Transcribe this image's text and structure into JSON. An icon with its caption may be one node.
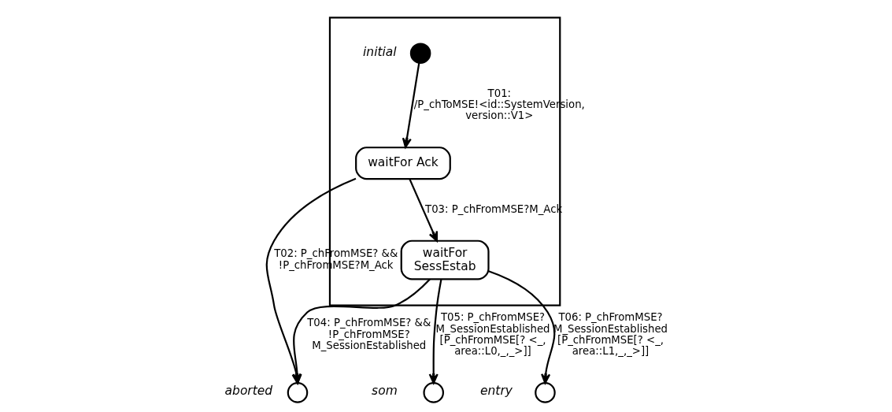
{
  "diagram": {
    "nodes": [
      {
        "text": [],
        "shape": "box"
      },
      {
        "text": [],
        "shape": "circle",
        "beside": [
          "initial"
        ],
        "in": 0
      },
      {
        "text": [
          "waitFor Ack"
        ],
        "in": 0
      },
      {
        "text": [
          "waitFor SessEstab"
        ],
        "in": 0
      },
      {
        "text": [],
        "shape": "circle",
        "beside": [
          "aborted"
        ]
      },
      {
        "text": [],
        "shape": "circle",
        "beside": [
          "som"
        ]
      },
      {
        "text": [],
        "shape": "circle",
        "beside": [
          "entry"
        ]
      }
    ],
    "edges": [
      {
        "from": 1,
        "to": 2,
        "arrow": "to",
        "label": "T01: /P_chToMSE!<id::SystemVersion, version::V1>"
      },
      {
        "from": 2,
        "to": 4,
        "arrow": "to",
        "label": "T02: P_chFromMSE? && !P_chFromMSE?M_Ack"
      },
      {
        "from": 2,
        "to": 3,
        "arrow": "to",
        "label": "T03: P_chFromMSE?M_Ack"
      },
      {
        "from": 3,
        "to": 4,
        "arrow": "to",
        "label": "T04: P_chFromMSE? && !P_chFromMSE? M_SessionEstablished"
      },
      {
        "from": 3,
        "to": 5,
        "arrow": "to",
        "label": "T05: P_chFromMSE? M_SessionEstablished [P_chFromMSE[? <_, area::L0,_,_>]]"
      },
      {
        "from": 3,
        "to": 6,
        "arrow": "to",
        "label": "T06: P_chFromMSE? M_SessionEstablished [P_chFromMSE[? <_, area::L1,_,_>]]"
      }
    ]
  }
}
